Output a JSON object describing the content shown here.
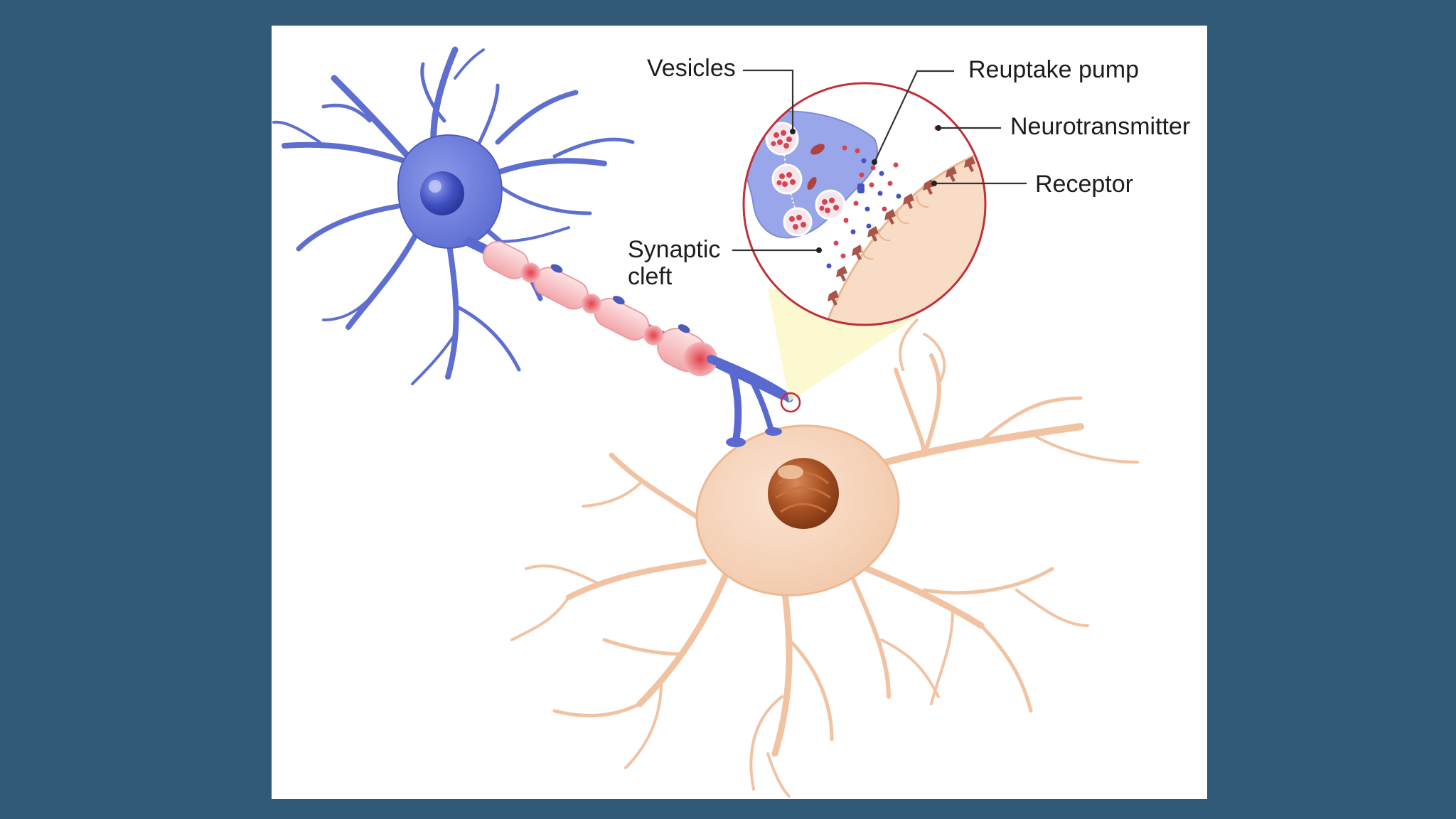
{
  "colors": {
    "background": "#315a78",
    "panel": "#ffffff",
    "presynaptic_neuron": "#6f7fd9",
    "presynaptic_outline": "#4a5bb8",
    "postsynaptic_neuron": "#f6d6bf",
    "postsynaptic_outline": "#e9b896",
    "myelin_pink": "#f2a8ad",
    "zoom_border": "#c0303a",
    "zoom_cone": "#fbf7c8"
  },
  "labels": {
    "vesicles": "Vesicles",
    "reuptake_pump": "Reuptake pump",
    "neurotransmitter": "Neurotransmitter",
    "receptor": "Receptor",
    "synaptic_cleft_line1": "Synaptic",
    "synaptic_cleft_line2": "cleft"
  }
}
